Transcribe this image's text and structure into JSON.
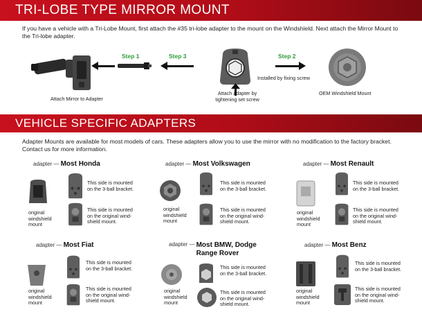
{
  "sections": {
    "tri_lobe_title": "TRI-LOBE TYPE MIRROR MOUNT",
    "tri_lobe_intro": "If you have a vehicle with a Tri-Lobe Mount, first attach the #35 tri-lobe adapter to the mount on the Windshield. Next attach the Mirror Mount to the Tri-lobe adapter.",
    "vehicle_title": "VEHICLE SPECIFIC ADAPTERS",
    "vehicle_intro": "Adapter Mounts are available for most models of cars. These adapters allow you to use the mirror with no modification to the factory bracket. Contact us for more information."
  },
  "steps": {
    "step1": "Step 1",
    "step3": "Step 3",
    "step2": "Step 2"
  },
  "labels": {
    "attach_mirror": "Attach Mirror to Adapter",
    "attach_adapter_1": "Attach adapter by",
    "attach_adapter_2": "tightening set screw",
    "installed": "Installed by fixing screw",
    "oem": "OEM Windshield Mount"
  },
  "adapter_prefix": "adapter —",
  "brands": {
    "honda": "Most Honda",
    "vw": "Most Volkswagen",
    "renault": "Most Renault",
    "fiat": "Most Fiat",
    "bmw_1": "Most BMW, Dodge",
    "bmw_2": "Range Rover",
    "benz": "Most Benz"
  },
  "notes": {
    "orig_1": "original",
    "orig_2": "windshield",
    "orig_3": "mount",
    "ball_1": "This side is mounted",
    "ball_2": "on the 3-ball bracket.",
    "wind_1": "This side is mounted",
    "wind_2": "on the original wind-",
    "wind_3": "shield mount."
  },
  "colors": {
    "banner_red": "#c8101e",
    "step_green": "#2e9a3c",
    "part_gray": "#6f6f6f"
  }
}
